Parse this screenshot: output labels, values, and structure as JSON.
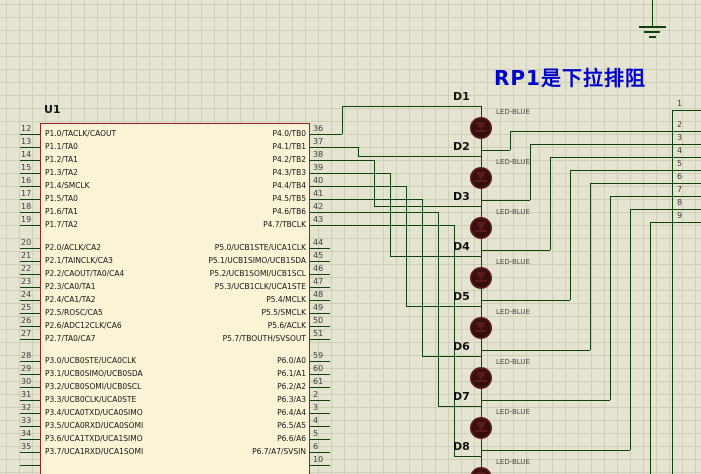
{
  "annotation": {
    "text": "RP1是下拉排阻"
  },
  "chip": {
    "ref": "U1",
    "left_pins": [
      {
        "num": "12",
        "label": "P1.0/TACLK/CAOUT"
      },
      {
        "num": "13",
        "label": "P1.1/TA0"
      },
      {
        "num": "14",
        "label": "P1.2/TA1"
      },
      {
        "num": "15",
        "label": "P1.3/TA2"
      },
      {
        "num": "16",
        "label": "P1.4/SMCLK"
      },
      {
        "num": "17",
        "label": "P1.5/TA0"
      },
      {
        "num": "18",
        "label": "P1.6/TA1"
      },
      {
        "num": "19",
        "label": "P1.7/TA2"
      },
      {
        "num": "20",
        "label": "P2.0/ACLK/CA2"
      },
      {
        "num": "21",
        "label": "P2.1/TAINCLK/CA3"
      },
      {
        "num": "22",
        "label": "P2.2/CAOUT/TA0/CA4"
      },
      {
        "num": "23",
        "label": "P2.3/CA0/TA1"
      },
      {
        "num": "24",
        "label": "P2.4/CA1/TA2"
      },
      {
        "num": "25",
        "label": "P2.5/ROSC/CA5"
      },
      {
        "num": "26",
        "label": "P2.6/ADC12CLK/CA6"
      },
      {
        "num": "27",
        "label": "P2.7/TA0/CA7"
      },
      {
        "num": "28",
        "label": "P3.0/UCB0STE/UCA0CLK"
      },
      {
        "num": "29",
        "label": "P3.1/UCB0SIMO/UCB0SDA"
      },
      {
        "num": "30",
        "label": "P3.2/UCB0SOMI/UCB0SCL"
      },
      {
        "num": "31",
        "label": "P3.3/UCB0CLK/UCA0STE"
      },
      {
        "num": "32",
        "label": "P3.4/UCA0TXD/UCA0SIMO"
      },
      {
        "num": "33",
        "label": "P3.5/UCA0RXD/UCA0SOMI"
      },
      {
        "num": "34",
        "label": "P3.6/UCA1TXD/UCA1SIMO"
      },
      {
        "num": "35",
        "label": "P3.7/UCA1RXD/UCA1SOMI"
      }
    ],
    "right_pins": [
      {
        "num": "36",
        "label": "P4.0/TB0"
      },
      {
        "num": "37",
        "label": "P4.1/TB1"
      },
      {
        "num": "38",
        "label": "P4.2/TB2"
      },
      {
        "num": "39",
        "label": "P4.3/TB3"
      },
      {
        "num": "40",
        "label": "P4.4/TB4"
      },
      {
        "num": "41",
        "label": "P4.5/TB5"
      },
      {
        "num": "42",
        "label": "P4.6/TB6"
      },
      {
        "num": "43",
        "label": "P4.7/TBCLK"
      },
      {
        "num": "44",
        "label": "P5.0/UCB1STE/UCA1CLK"
      },
      {
        "num": "45",
        "label": "P5.1/UCB1SIMO/UCB1SDA"
      },
      {
        "num": "46",
        "label": "P5.2/UCB1SOMI/UCB1SCL"
      },
      {
        "num": "47",
        "label": "P5.3/UCB1CLK/UCA1STE"
      },
      {
        "num": "48",
        "label": "P5.4/MCLK"
      },
      {
        "num": "49",
        "label": "P5.5/SMCLK"
      },
      {
        "num": "50",
        "label": "P5.6/ACLK"
      },
      {
        "num": "51",
        "label": "P5.7/TBOUTH/SVSOUT"
      },
      {
        "num": "59",
        "label": "P6.0/A0"
      },
      {
        "num": "60",
        "label": "P6.1/A1"
      },
      {
        "num": "61",
        "label": "P6.2/A2"
      },
      {
        "num": "2",
        "label": "P6.3/A3"
      },
      {
        "num": "3",
        "label": "P6.4/A4"
      },
      {
        "num": "4",
        "label": "P6.5/A5"
      },
      {
        "num": "5",
        "label": "P6.6/A6"
      },
      {
        "num": "6",
        "label": "P6.7/A7/SVSIN"
      }
    ],
    "bottom_partial_pin_num": "10"
  },
  "leds": [
    {
      "ref": "D1",
      "part": "LED-BLUE"
    },
    {
      "ref": "D2",
      "part": "LED-BLUE"
    },
    {
      "ref": "D3",
      "part": "LED-BLUE"
    },
    {
      "ref": "D4",
      "part": "LED-BLUE"
    },
    {
      "ref": "D5",
      "part": "LED-BLUE"
    },
    {
      "ref": "D6",
      "part": "LED-BLUE"
    },
    {
      "ref": "D7",
      "part": "LED-BLUE"
    },
    {
      "ref": "D8",
      "part": "LED-BLUE"
    }
  ],
  "rp": {
    "pins": [
      "1",
      "2",
      "3",
      "4",
      "5",
      "6",
      "7",
      "8",
      "9"
    ]
  },
  "colors": {
    "background": "#e4e4d0",
    "grid": "#cfcfb8",
    "wire": "#0d430d",
    "chip_fill": "#fbf3d6",
    "chip_border": "#942626",
    "annotation": "#0000cc",
    "led_body": "#2d0c0c"
  }
}
